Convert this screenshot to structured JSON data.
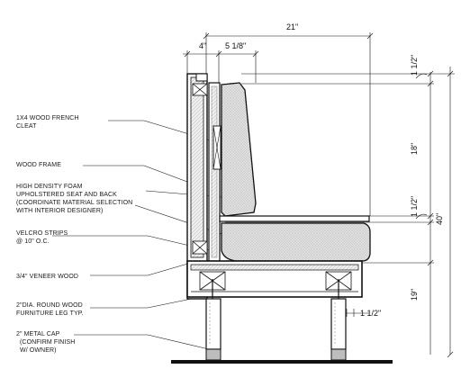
{
  "labels": {
    "french_cleat": [
      "1X4 WOOD FRENCH",
      "CLEAT"
    ],
    "wood_frame": [
      "WOOD FRAME"
    ],
    "foam": [
      "HIGH DENSITY FOAM",
      "UPHOLSTERED SEAT AND BACK",
      "(COORDINATE MATERIAL SELECTION",
      "WITH INTERIOR DESIGNER)"
    ],
    "velcro": [
      "VELCRO STRIPS",
      "@ 10\" O.C."
    ],
    "veneer": [
      "3/4\" VENEER WOOD"
    ],
    "leg": [
      "2\"DIA. ROUND WOOD",
      "FURNITURE LEG TYP."
    ],
    "cap": [
      "2\" METAL CAP",
      "(CONFIRM FINISH",
      "W/ OWNER)"
    ]
  },
  "dimensions": {
    "overall_depth": "21\"",
    "frame_depth": "4\"",
    "back_depth": "5 1/8\"",
    "back_top": "1 1/2\"",
    "back_height": "18\"",
    "seat_thickness": "1 1/2\"",
    "total_height": "40\"",
    "seat_height": "19\"",
    "leg_inset": "1 1/2\""
  },
  "colors": {
    "line": "#111111",
    "foam_fill": "#d6d6d6",
    "ground": "#111111",
    "cap": "#bdbdbd"
  }
}
